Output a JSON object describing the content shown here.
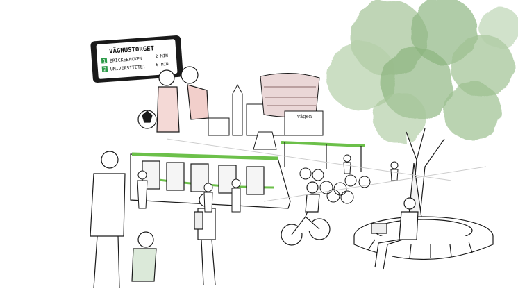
{
  "sign": {
    "title": "VÄGHUSTORGET",
    "rows": [
      {
        "line": "1",
        "destination": "BRICKEBACKEN",
        "eta": "2 MIN"
      },
      {
        "line": "2",
        "destination": "UNIVERSITETET",
        "eta": "6 MIN"
      }
    ]
  },
  "building_sign": "vägen",
  "colors": {
    "line_badge": "#2e9b4a",
    "tram_accent": "#6cc04a",
    "foliage": "#7fa873",
    "ink": "#1a1a1a"
  }
}
